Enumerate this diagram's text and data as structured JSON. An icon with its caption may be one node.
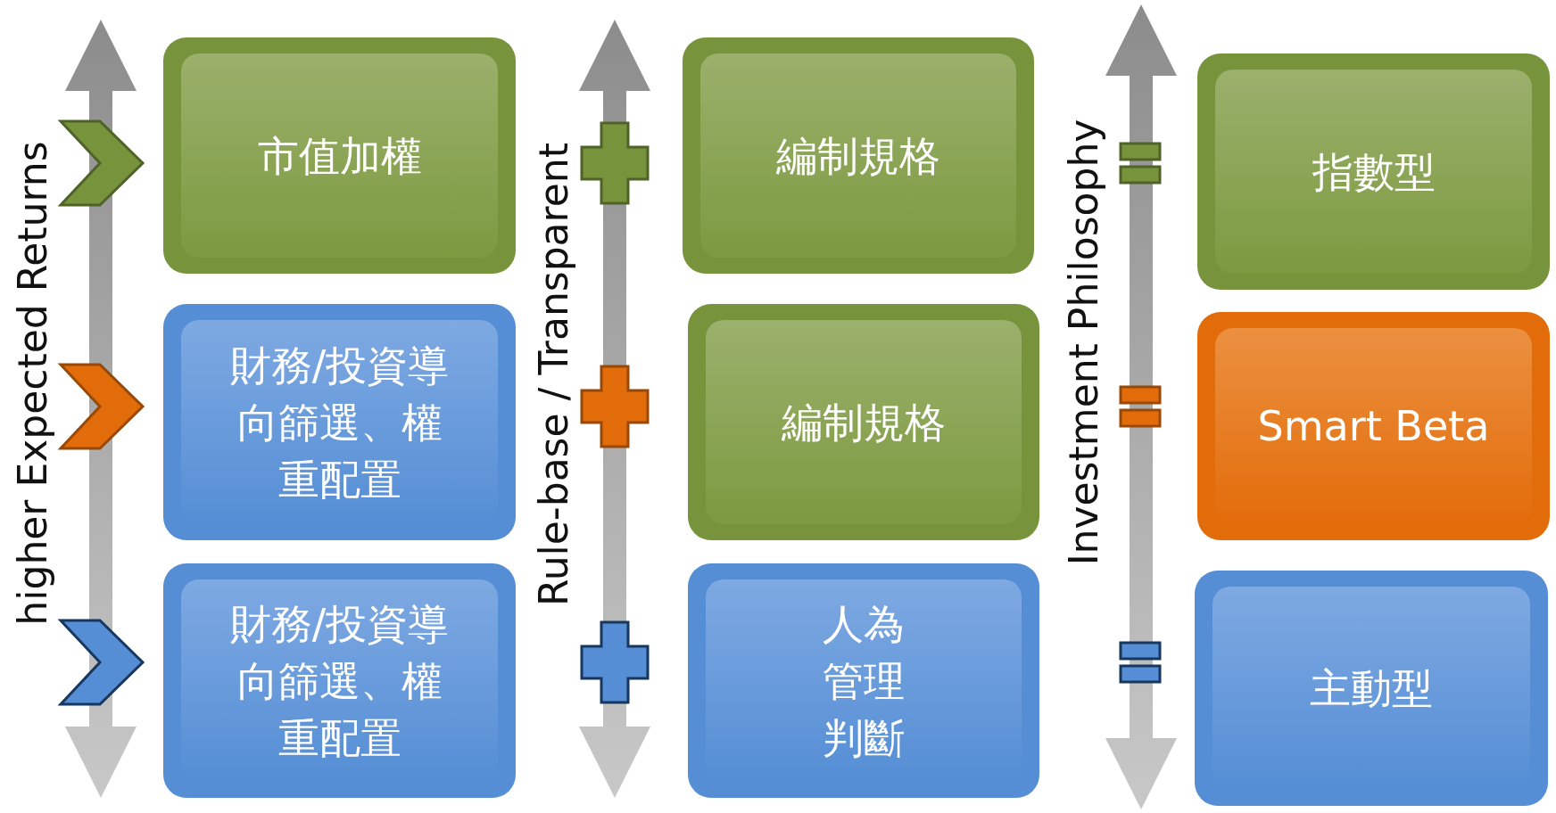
{
  "diagram": {
    "nodes": [
      {
        "text": [
          "市值加權"
        ]
      },
      {
        "text": [
          "財務/投資導向篩選、權重配置"
        ]
      },
      {
        "text": [
          "財務/投資導向篩選、權重配置"
        ]
      },
      {
        "text": [
          "編制規格"
        ]
      },
      {
        "text": [
          "編制規格"
        ]
      },
      {
        "text": [
          "人為管理判斷"
        ]
      },
      {
        "text": [
          "指數型"
        ]
      },
      {
        "text": [
          "Smart Beta"
        ]
      },
      {
        "text": [
          "主動型"
        ]
      }
    ],
    "labels": [
      "higher Expected Returns",
      "Rule-base / Transparent",
      "Investment Philosophy"
    ]
  }
}
